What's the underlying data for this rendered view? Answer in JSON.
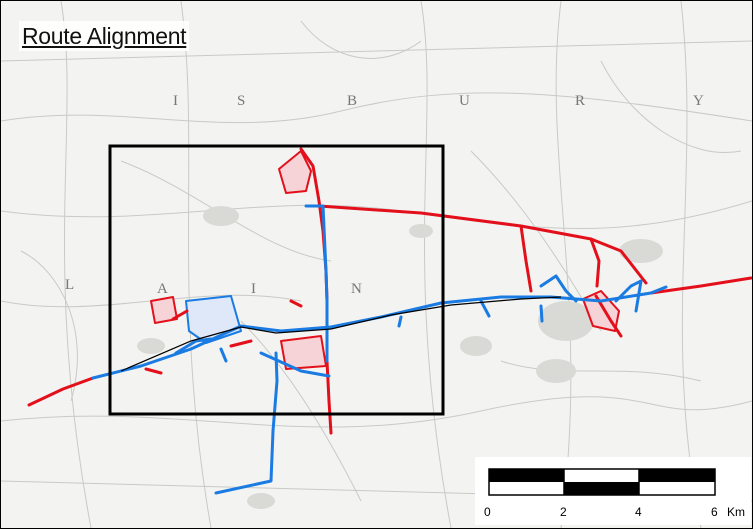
{
  "map": {
    "title": "Route Alignment",
    "region_letters": [
      "I",
      "S",
      "B",
      "U",
      "R",
      "Y",
      "L",
      "A",
      "I",
      "N"
    ],
    "legend_colors": {
      "route_existing": "#e3101c",
      "route_proposed": "#1a7be3",
      "area_fill_red": "#f6d3d6",
      "area_fill_blue": "#dfe8f8",
      "centerline": "#000000",
      "frame": "#000000"
    }
  },
  "scale_bar": {
    "ticks": [
      "0",
      "2",
      "4",
      "6"
    ],
    "unit": "Km"
  }
}
